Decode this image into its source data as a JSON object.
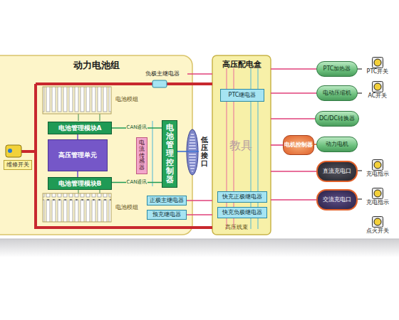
{
  "diagram": {
    "nodes": [
      {
        "text": [
          "动力电池组"
        ]
      },
      {
        "text": [
          "电池管理模块A"
        ],
        "in": 0
      },
      {
        "text": [
          "高压管理单元"
        ],
        "in": 0
      },
      {
        "text": [
          "电池管理模块B"
        ],
        "in": 0
      },
      {
        "text": [
          "电池管理控制器"
        ],
        "in": 0
      },
      {
        "text": [
          "负极主继电器"
        ],
        "in": 0
      },
      {
        "text": [
          "电流传感器"
        ],
        "in": 0
      },
      {
        "text": [
          "维修开关"
        ],
        "in": 0
      },
      {
        "text": [
          "正极主继电器"
        ],
        "in": 0
      },
      {
        "text": [
          "预充继电器"
        ],
        "in": 0
      },
      {
        "text": [
          "低压接口"
        ]
      },
      {
        "text": [
          "高压配电盒"
        ]
      },
      {
        "text": [
          "PTC继电器"
        ],
        "in": 11
      },
      {
        "text": [
          "快充正极继电器"
        ],
        "in": 11
      },
      {
        "text": [
          "快充负极继电器"
        ],
        "in": 11
      },
      {
        "text": [
          "PTC加热器"
        ]
      },
      {
        "text": [
          "PTC开关"
        ]
      },
      {
        "text": [
          "电动压缩机"
        ]
      },
      {
        "text": [
          "AC开关"
        ]
      },
      {
        "text": [
          "DC/DC转换器"
        ]
      },
      {
        "text": [
          "电机控制器"
        ]
      },
      {
        "text": [
          "动力电机"
        ]
      },
      {
        "text": [
          "直流充电口"
        ]
      },
      {
        "text": [
          "充电指示"
        ]
      },
      {
        "text": [
          "交流充电口"
        ]
      },
      {
        "text": [
          "充电指示"
        ]
      },
      {
        "text": [
          "点火开关"
        ]
      }
    ],
    "edges": [
      {
        "from": 1,
        "to": 4,
        "label": "CAN通讯",
        "arrow": "none"
      },
      {
        "from": 3,
        "to": 4,
        "label": "CAN通讯",
        "arrow": "none"
      },
      {
        "from": 2,
        "to": 1,
        "arrow": "none"
      },
      {
        "from": 2,
        "to": 3,
        "arrow": "none"
      },
      {
        "from": 4,
        "to": 10,
        "arrow": "none"
      },
      {
        "from": 5,
        "to": 11,
        "arrow": "none"
      },
      {
        "from": 8,
        "to": 11,
        "arrow": "none"
      },
      {
        "from": 9,
        "to": 11,
        "arrow": "none"
      },
      {
        "from": 11,
        "to": 15,
        "arrow": "none"
      },
      {
        "from": 11,
        "to": 17,
        "arrow": "none"
      },
      {
        "from": 11,
        "to": 19,
        "arrow": "none"
      },
      {
        "from": 11,
        "to": 20,
        "arrow": "none"
      },
      {
        "from": 20,
        "to": 21,
        "arrow": "none"
      },
      {
        "from": 11,
        "to": 22,
        "arrow": "none"
      },
      {
        "from": 11,
        "to": 24,
        "arrow": "none"
      },
      {
        "from": 16,
        "to": 15,
        "arrow": "none"
      },
      {
        "from": 18,
        "to": 17,
        "arrow": "none"
      },
      {
        "from": 23,
        "to": 22,
        "arrow": "none"
      },
      {
        "from": 25,
        "to": 24,
        "arrow": "none"
      }
    ],
    "labels": [
      "电池模组",
      "电池模组",
      "高压线束",
      "教具"
    ]
  }
}
